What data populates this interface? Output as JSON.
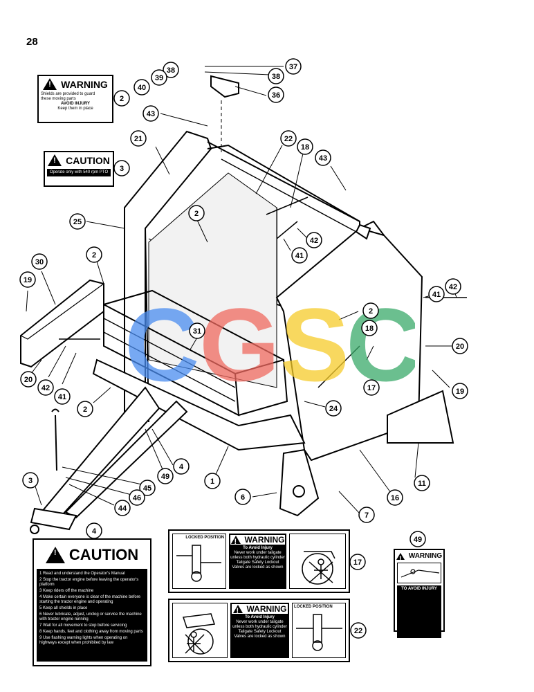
{
  "page": {
    "number": "28",
    "watermark": "CGSC"
  },
  "decals": {
    "warning_top": {
      "heading": "WARNING",
      "line1": "Shields are provided to guard",
      "line2": "these moving parts",
      "avoid": "AVOID INJURY",
      "line3": "Keep them in place"
    },
    "caution_small": {
      "heading": "CAUTION",
      "line1": "Operate only with 540 rpm PTO"
    },
    "caution_big": {
      "heading": "CAUTION",
      "items": [
        "1  Read and understand the Operator's Manual",
        "2  Stop the tractor engine before leaving the operator's platform",
        "3  Keep riders off the machine",
        "4  Make certain everyone is clear of the machine before starting the tractor engine and operating",
        "5  Keep all shields in place",
        "6  Never lubricate, adjust, unclog or service the machine with tractor engine running",
        "7  Wait for all movement to stop before servicing",
        "8  Keep hands, feet and clothing away from moving parts",
        "9  Use flashing warning lights when operating on highways except when prohibited by law"
      ]
    },
    "warning_17": {
      "locked": "LOCKED POSITION",
      "heading": "WARNING",
      "avoid": "To Avoid Injury",
      "text": "Never work under tailgate unless both hydraulic cylinder Tailgate Safety Lockout Valves are locked as shown"
    },
    "warning_22": {
      "locked": "LOCKED POSITION",
      "heading": "WARNING",
      "avoid": "To Avoid Injury",
      "text": "Never work under tailgate unless both hydraulic cylinder Tailgate Safety Lockout Valves are locked as shown"
    },
    "warning_49": {
      "heading": "WARNING",
      "avoid": "TO AVOID INJURY"
    }
  },
  "callouts": [
    {
      "label": "37"
    },
    {
      "label": "38"
    },
    {
      "label": "38"
    },
    {
      "label": "39"
    },
    {
      "label": "40"
    },
    {
      "label": "36"
    },
    {
      "label": "2"
    },
    {
      "label": "43"
    },
    {
      "label": "21"
    },
    {
      "label": "22"
    },
    {
      "label": "18"
    },
    {
      "label": "43"
    },
    {
      "label": "3"
    },
    {
      "label": "25"
    },
    {
      "label": "2"
    },
    {
      "label": "42"
    },
    {
      "label": "41"
    },
    {
      "label": "2"
    },
    {
      "label": "30"
    },
    {
      "label": "19"
    },
    {
      "label": "41"
    },
    {
      "label": "42"
    },
    {
      "label": "2"
    },
    {
      "label": "18"
    },
    {
      "label": "20"
    },
    {
      "label": "31"
    },
    {
      "label": "17"
    },
    {
      "label": "19"
    },
    {
      "label": "20"
    },
    {
      "label": "42"
    },
    {
      "label": "41"
    },
    {
      "label": "2"
    },
    {
      "label": "24"
    },
    {
      "label": "4"
    },
    {
      "label": "11"
    },
    {
      "label": "3"
    },
    {
      "label": "45"
    },
    {
      "label": "49"
    },
    {
      "label": "1"
    },
    {
      "label": "46"
    },
    {
      "label": "44"
    },
    {
      "label": "6"
    },
    {
      "label": "16"
    },
    {
      "label": "7"
    },
    {
      "label": "4"
    },
    {
      "label": "17"
    },
    {
      "label": "49"
    },
    {
      "label": "22"
    }
  ]
}
